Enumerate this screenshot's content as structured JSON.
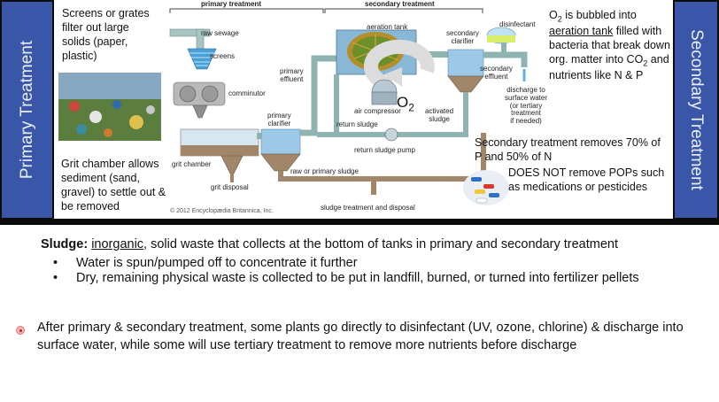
{
  "sidebars": {
    "left_title": "Primary Treatment",
    "right_title": "Secondary Treatment"
  },
  "notes": {
    "screens": "Screens or grates filter out large solids (paper, plastic)",
    "grit": "Grit chamber allows sediment (sand, gravel) to settle out & be removed",
    "o2_pre": "O",
    "o2_sub": "2",
    "o2_mid": " is bubbled into ",
    "o2_link": "aeration tank",
    "o2_post": " filled with bacteria that break down org. matter into CO",
    "co2_sub": "2",
    "o2_end": " and nutrients like N & P",
    "removal": "Secondary treatment removes 70% of P and 50% of N",
    "pops": "DOES NOT remove POPs such as medications or pesticides"
  },
  "diagram": {
    "section_primary": "primary treatment",
    "section_secondary": "secondary treatment",
    "raw_sewage": "raw sewage",
    "screens": "screens",
    "comminutor": "comminutor",
    "grit_chamber": "grit chamber",
    "grit_disposal": "grit disposal",
    "primary_effluent": "primary\neffluent",
    "primary_clarifier": "primary\nclarifier",
    "aeration_tank": "aeration tank",
    "secondary_clarifier": "secondary\nclarifier",
    "disinfectant": "disinfectant",
    "secondary_effluent": "secondary\neffluent",
    "discharge": "discharge to\nsurface water\n(or tertiary\ntreatment\nif needed)",
    "air_compressor": "air compressor",
    "o2_big": "O",
    "o2_big_sub": "2",
    "activated_sludge": "activated\nsludge",
    "return_sludge": "return sludge",
    "return_sludge_pump": "return sludge pump",
    "raw_or_primary_sludge": "raw or primary sludge",
    "sludge_treatment": "sludge treatment and disposal",
    "copyright": "© 2012 Encyclopædia Britannica, Inc."
  },
  "slide": {
    "sludge_term": "Sludge:",
    "sludge_underlined": "inorganic",
    "sludge_rest": ", solid waste that collects at the bottom of tanks in primary and secondary treatment",
    "bullet_mark": "•",
    "bullets": [
      "Water is spun/pumped off to concentrate it further",
      "Dry, remaining physical waste is collected to be put in landfill, burned, or turned into fertilizer pellets"
    ],
    "paragraph": "After primary & secondary treatment, some plants go directly to disinfectant (UV, ozone, chlorine) & discharge into surface water, while some will use tertiary treatment to remove more nutrients before discharge"
  },
  "colors": {
    "sidebar": "#3a56a8",
    "pipe": "#8fb3b0",
    "water": "#9cc9e8",
    "sludge": "#a2866a"
  }
}
